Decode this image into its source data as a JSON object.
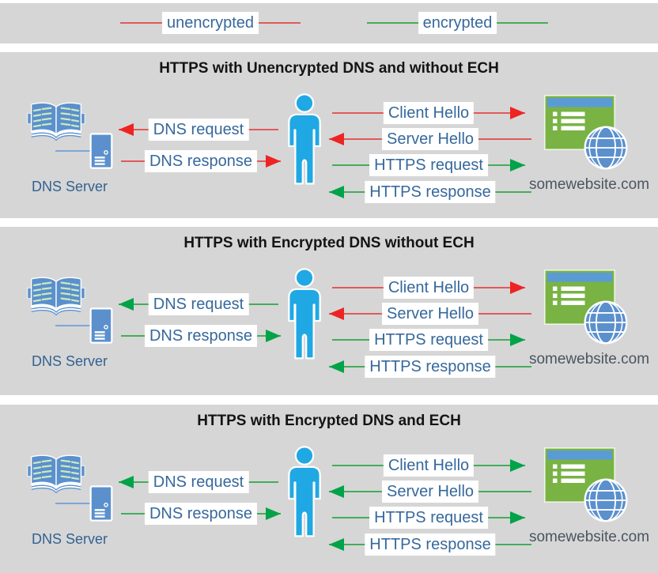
{
  "legend": {
    "items": [
      {
        "label": "unencrypted",
        "color": "red"
      },
      {
        "label": "encrypted",
        "color": "green"
      }
    ]
  },
  "colors": {
    "panel_background": "#d6d6d6",
    "unencrypted_line": "#e05a5a",
    "unencrypted_arrowhead": "#ee2424",
    "encrypted_line": "#43ad5a",
    "encrypted_arrowhead": "#00a348",
    "arrow_label_text": "#36689c",
    "person_blue": "#1fa8e4",
    "icon_blue": "#5b90cd",
    "website_green": "#78b344",
    "titlebar_blue": "#5b9bd5"
  },
  "icons": {
    "dns_server": "open-book-and-server-tower",
    "user": "person-silhouette",
    "website": "browser-window-and-globe"
  },
  "panels": [
    {
      "title": "HTTPS with Unencrypted DNS and without ECH",
      "dns_server_label": "DNS Server",
      "website_label": "somewebsite.com",
      "arrows": {
        "dns_request": {
          "label": "DNS request",
          "color": "red",
          "direction": "left"
        },
        "dns_response": {
          "label": "DNS response",
          "color": "red",
          "direction": "right"
        },
        "client_hello": {
          "label": "Client Hello",
          "color": "red",
          "direction": "right"
        },
        "server_hello": {
          "label": "Server Hello",
          "color": "red",
          "direction": "left"
        },
        "https_request": {
          "label": "HTTPS request",
          "color": "green",
          "direction": "right"
        },
        "https_response": {
          "label": "HTTPS response",
          "color": "green",
          "direction": "left"
        }
      }
    },
    {
      "title": "HTTPS with Encrypted DNS without ECH",
      "dns_server_label": "DNS Server",
      "website_label": "somewebsite.com",
      "arrows": {
        "dns_request": {
          "label": "DNS request",
          "color": "green",
          "direction": "left"
        },
        "dns_response": {
          "label": "DNS response",
          "color": "green",
          "direction": "right"
        },
        "client_hello": {
          "label": "Client Hello",
          "color": "red",
          "direction": "right"
        },
        "server_hello": {
          "label": "Server Hello",
          "color": "red",
          "direction": "left"
        },
        "https_request": {
          "label": "HTTPS request",
          "color": "green",
          "direction": "right"
        },
        "https_response": {
          "label": "HTTPS response",
          "color": "green",
          "direction": "left"
        }
      }
    },
    {
      "title": "HTTPS with Encrypted DNS and ECH",
      "dns_server_label": "DNS Server",
      "website_label": "somewebsite.com",
      "arrows": {
        "dns_request": {
          "label": "DNS request",
          "color": "green",
          "direction": "left"
        },
        "dns_response": {
          "label": "DNS response",
          "color": "green",
          "direction": "right"
        },
        "client_hello": {
          "label": "Client Hello",
          "color": "green",
          "direction": "right"
        },
        "server_hello": {
          "label": "Server Hello",
          "color": "green",
          "direction": "left"
        },
        "https_request": {
          "label": "HTTPS request",
          "color": "green",
          "direction": "right"
        },
        "https_response": {
          "label": "HTTPS response",
          "color": "green",
          "direction": "left"
        }
      }
    }
  ]
}
